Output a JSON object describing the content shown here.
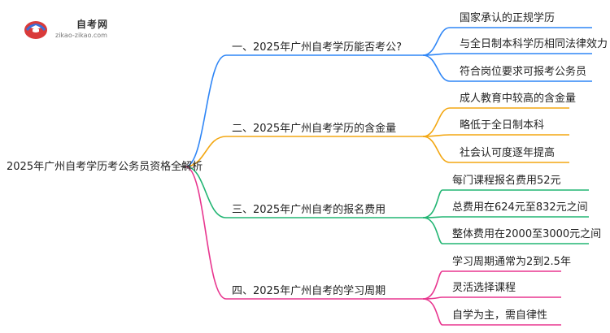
{
  "logo": {
    "name": "自考网",
    "domain": "zikao-zikao.com"
  },
  "root": {
    "label": "2025年广州自考学历考公务员资格全解析"
  },
  "colors": {
    "root_line": "#444444",
    "branches": [
      "#2f86f6",
      "#f3a712",
      "#22b573",
      "#e8368f"
    ],
    "text": "#222222"
  },
  "branches": [
    {
      "label": "一、2025年广州自考学历能否考公?",
      "children": [
        "国家承认的正规学历",
        "与全日制本科学历相同法律效力",
        "符合岗位要求可报考公务员"
      ]
    },
    {
      "label": "二、2025年广州自考学历的含金量",
      "children": [
        "成人教育中较高的含金量",
        "略低于全日制本科",
        "社会认可度逐年提高"
      ]
    },
    {
      "label": "三、2025年广州自考的报名费用",
      "children": [
        "每门课程报名费用52元",
        "总费用在624元至832元之间",
        "整体费用在2000至3000元之间"
      ]
    },
    {
      "label": "四、2025年广州自考的学习周期",
      "children": [
        "学习周期通常为2到2.5年",
        "灵活选择课程",
        "自学为主，需自律性"
      ]
    }
  ]
}
